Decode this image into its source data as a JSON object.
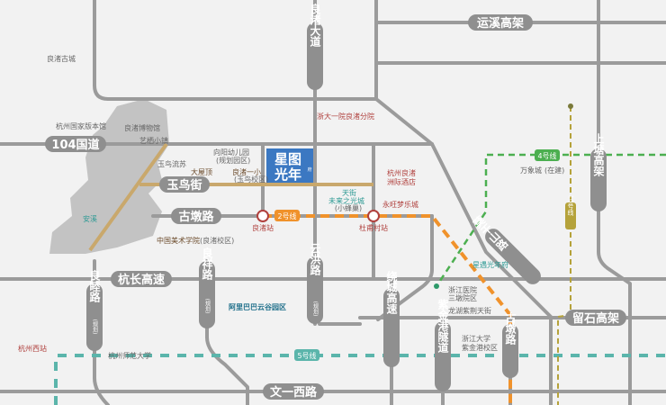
{
  "map": {
    "colors": {
      "road": "#9b9b9b",
      "line2": "#f0922b",
      "line4": "#4caf50",
      "line5": "#5bb5ab",
      "line10": "#b5a23a",
      "project": "#3b78c2"
    },
    "project": {
      "line1": "星图",
      "line2": "光年",
      "suffix": "府"
    },
    "roads": {
      "yunxi": "运溪高架",
      "liangzhu_ave": "良渚大道",
      "guodao104": "104国道",
      "yuniao": "玉鸟街",
      "gudun": "古墩路",
      "hangchang": "杭长高速",
      "liangmu": "良睦路",
      "liangmu_note": "(规划)",
      "liangxiang": "良祥路",
      "liangxiang_note": "(规划)",
      "yunhong": "云洪路",
      "yunhong_note": "(规划)",
      "raocheng": "绕城高速",
      "zijingang": "紫金港隧道",
      "gudun_v": "古墩路",
      "moganshan": "莫干山路",
      "shangtang": "上塘高架",
      "liushi": "留石高架",
      "wenyixi": "文一西路"
    },
    "metro": {
      "line2": "2号线",
      "line4": "4号线",
      "line5": "5号线",
      "line10": "10号线"
    },
    "stations": {
      "liangzhu": "良渚站",
      "duzhuang": "杜甫村站"
    },
    "pois": {
      "gucheng": "良渚古城",
      "banben": "杭州国家版本馆",
      "museum": "良渚博物馆",
      "yiqiao": "艺栖小镇",
      "yuniaoliusu": "玉鸟流苏",
      "dawuding": "大屋顶",
      "kindergarten": "向阳幼儿园",
      "kindergarten_note": "(规划园区)",
      "school": "良渚一小",
      "school_note": "(玉鸟校区)",
      "anxi": "安溪",
      "caa": "中国美术学院",
      "caa_note": "(良渚校区)",
      "hospital": "浙大一院良渚分院",
      "hotel1": "杭州良渚",
      "hotel2": "洲际酒店",
      "tianjie1": "天街",
      "tianjie2": "未来之光城",
      "tianjie_note": "(小蜂巢)",
      "yongwang": "永旺梦乐城",
      "wanxiang": "万象城",
      "wanxiang_note": "(在建)",
      "xingtu": "星遇光年府",
      "zjhospital1": "浙江医院",
      "zjhospital2": "三墩院区",
      "longhu": "龙湖紫荆天街",
      "zju1": "浙江大学",
      "zju2": "紫金港校区",
      "alibaba": "阿里巴巴云谷园区",
      "westStation": "杭州西站",
      "hznu": "杭州师范大学"
    }
  }
}
